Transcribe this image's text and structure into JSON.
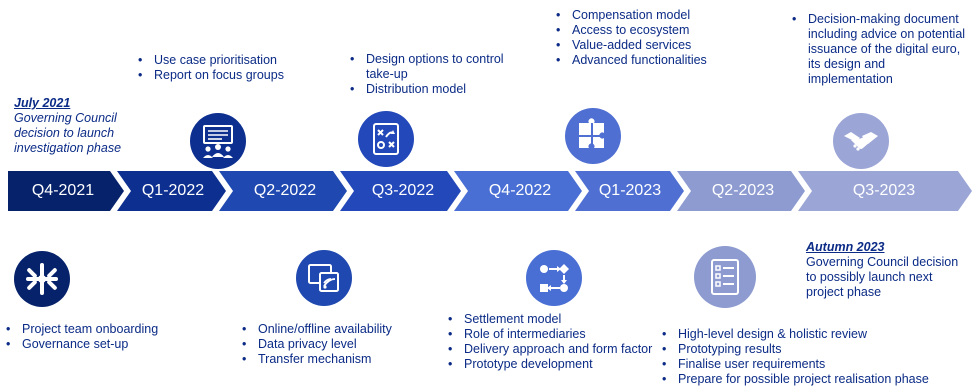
{
  "colors": {
    "dark_navy": "#06226b",
    "blue": "#1f49b0",
    "mid_blue": "#4a6fd4",
    "slate": "#8d9bd0",
    "light_slate": "#9ba6d6",
    "text": "#0b2b86"
  },
  "timeline": {
    "quarters": [
      "Q4-2021",
      "Q1-2022",
      "Q2-2022",
      "Q3-2022",
      "Q4-2022",
      "Q1-2023",
      "Q2-2023",
      "Q3-2023"
    ]
  },
  "milestones": {
    "start": {
      "date": "July 2021",
      "text": "Governing Council decision to launch investigation phase"
    },
    "end": {
      "date": "Autumn 2023",
      "text": "Governing Council decision to possibly launch next project phase"
    }
  },
  "top_items": {
    "q1_2022": [
      "Use case prioritisation",
      "Report on focus groups"
    ],
    "q3_2022": [
      "Design options to control take-up",
      "Distribution model"
    ],
    "q1_2023": [
      "Compensation model",
      "Access to ecosystem",
      "Value-added services",
      "Advanced functionalities"
    ],
    "q3_2023": [
      "Decision-making document including advice on potential issuance of the digital euro, its design and implementation"
    ]
  },
  "bottom_items": {
    "q4_2021": [
      "Project team onboarding",
      "Governance set-up"
    ],
    "q2_2022": [
      "Online/offline availability",
      "Data privacy level",
      "Transfer mechanism"
    ],
    "q4_2022": [
      "Settlement model",
      "Role of intermediaries",
      "Delivery approach and form factor",
      "Prototype development"
    ],
    "q2_2023": [
      "High-level design & holistic review",
      "Prototyping results",
      "Finalise user requirements",
      "Prepare for possible project realisation phase"
    ]
  },
  "icons": {
    "q1_2022": "focus-group-presentation-icon",
    "q3_2022": "strategy-board-icon",
    "q1_2023": "puzzle-icon",
    "q3_2023": "handshake-icon",
    "q4_2021": "team-hands-icon",
    "q2_2022": "wireless-devices-icon",
    "q4_2022": "process-flow-icon",
    "q2_2023": "checklist-icon"
  }
}
